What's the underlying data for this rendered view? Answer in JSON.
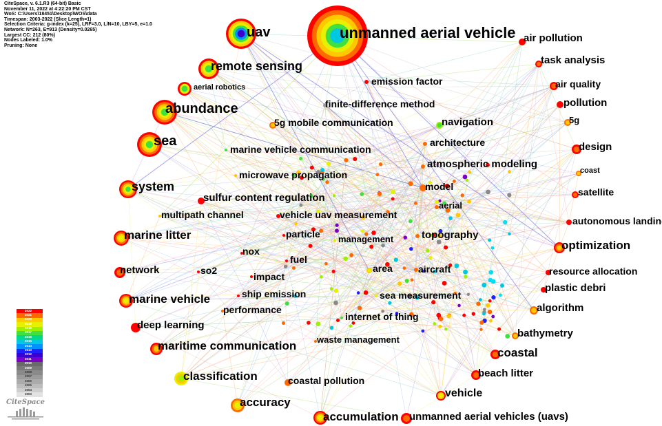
{
  "meta_lines": [
    "CiteSpace, v. 6.1.R3 (64-bit) Basic",
    "November 11, 2022 at 4:22:20 PM CST",
    "WoS: C:\\Users\\18451\\Desktop\\WOS\\data",
    "Timespan: 2003-2022 (Slice Length=1)",
    "Selection Criteria: g-index (k=25), LRF=3.0, L/N=10, LBY=5, e=1.0",
    "Network: N=263, E=913 (Density=0.0265)",
    "Largest CC: 212 (80%)",
    "Nodes Labeled: 1.0%",
    "Pruning: None"
  ],
  "legend_years": [
    "2022",
    "2021",
    "2020",
    "2019",
    "2018",
    "2017",
    "2016",
    "2015",
    "2014",
    "2013",
    "2012",
    "2011",
    "2010",
    "2009",
    "2008",
    "2007",
    "2006",
    "2005",
    "2004",
    "2003"
  ],
  "legend_colors": [
    "#ff0000",
    "#ff6a00",
    "#ffc800",
    "#e6f000",
    "#9cf000",
    "#3fe03f",
    "#00d98a",
    "#00c8e0",
    "#0090ff",
    "#2020ff",
    "#3a00d0",
    "#7a00c8",
    "#6a6a6a",
    "#7a7a7a",
    "#8a8a8a",
    "#9a9a9a",
    "#ababab",
    "#bcbcbc",
    "#cecece",
    "#e2e2e2"
  ],
  "brand_text": "CiteSpace",
  "keywords": [
    {
      "label": "unmanned aerial vehicle",
      "rings": [
        "#ff0000",
        "#ff6a00",
        "#ffc800",
        "#e6f000",
        "#3fe03f",
        "#00c8e0"
      ]
    },
    {
      "label": "uav",
      "rings": [
        "#ff0000",
        "#ffc800",
        "#e6f000",
        "#3fe03f",
        "#0090ff",
        "#3a00d0"
      ]
    },
    {
      "label": "remote sensing",
      "rings": [
        "#ff0000",
        "#ffc800",
        "#e6f000",
        "#3fe03f"
      ]
    },
    {
      "label": "aerial robotics",
      "rings": [
        "#ff0000",
        "#e6f000",
        "#3fe03f"
      ]
    },
    {
      "label": "abundance",
      "rings": [
        "#ff0000",
        "#ff6a00",
        "#ffc800",
        "#e6f000",
        "#3fe03f"
      ]
    },
    {
      "label": "sea",
      "rings": [
        "#ff0000",
        "#ff6a00",
        "#ffc800",
        "#e6f000",
        "#3fe03f"
      ]
    },
    {
      "label": "system",
      "rings": [
        "#ff0000",
        "#ff6a00",
        "#ffc800",
        "#e6f000",
        "#3fe03f"
      ]
    },
    {
      "label": "marine litter",
      "rings": [
        "#ff0000",
        "#ff6a00",
        "#ffc800",
        "#e6f000"
      ]
    },
    {
      "label": "network",
      "rings": [
        "#ff0000",
        "#ff6a00"
      ]
    },
    {
      "label": "marine vehicle",
      "rings": [
        "#ff0000",
        "#ff6a00",
        "#ffc800",
        "#e6f000"
      ]
    },
    {
      "label": "deep learning",
      "rings": [
        "#ff0000"
      ]
    },
    {
      "label": "maritime communication",
      "rings": [
        "#ff0000",
        "#ff6a00",
        "#ffc800"
      ]
    },
    {
      "label": "classification",
      "rings": [
        "#e6f000",
        "#ffc800",
        "#9cf000"
      ]
    },
    {
      "label": "accuracy",
      "rings": [
        "#ff6a00",
        "#ffc800",
        "#e6f000"
      ]
    },
    {
      "label": "accumulation",
      "rings": [
        "#ff0000",
        "#ff6a00",
        "#ffc800",
        "#e6f000"
      ]
    },
    {
      "label": "unmanned aerial vehicles (uavs)",
      "rings": [
        "#ff0000",
        "#ff6a00"
      ]
    },
    {
      "label": "vehicle",
      "rings": [
        "#ff0000",
        "#ffc800",
        "#e6f000"
      ]
    },
    {
      "label": "beach litter",
      "rings": [
        "#ff0000",
        "#ff6a00"
      ]
    },
    {
      "label": "coastal",
      "rings": [
        "#ff0000",
        "#ff6a00"
      ]
    },
    {
      "label": "bathymetry",
      "rings": [
        "#ff6a00",
        "#ffc800"
      ]
    },
    {
      "label": "algorithm",
      "rings": [
        "#ff6a00",
        "#ffc800"
      ]
    },
    {
      "label": "plastic debri",
      "rings": [
        "#ff0000"
      ]
    },
    {
      "label": "resource allocation",
      "rings": [
        "#ff0000"
      ]
    },
    {
      "label": "optimization",
      "rings": [
        "#ff0000",
        "#ff6a00",
        "#ffc800"
      ]
    },
    {
      "label": "autonomous landing",
      "rings": [
        "#ff0000"
      ]
    },
    {
      "label": "satellite",
      "rings": [
        "#ff0000",
        "#ff6a00"
      ]
    },
    {
      "label": "coast",
      "rings": [
        "#ff6a00",
        "#ffc800"
      ]
    },
    {
      "label": "design",
      "rings": [
        "#ff0000",
        "#ff6a00"
      ]
    },
    {
      "label": "5g",
      "rings": [
        "#ff6a00",
        "#ffc800"
      ]
    },
    {
      "label": "pollution",
      "rings": [
        "#ff0000"
      ]
    },
    {
      "label": "air quality",
      "rings": [
        "#ff0000",
        "#ff6a00"
      ]
    },
    {
      "label": "task analysis",
      "rings": [
        "#ff0000",
        "#ff6a00"
      ]
    },
    {
      "label": "air pollution",
      "rings": [
        "#ff0000"
      ]
    },
    {
      "label": "emission factor",
      "rings": [
        "#ff0000"
      ]
    },
    {
      "label": "finite-difference method",
      "rings": [
        "#9a9a9a"
      ]
    },
    {
      "label": "5g mobile communication",
      "rings": [
        "#ff6a00",
        "#ffc800"
      ]
    },
    {
      "label": "navigation",
      "rings": [
        "#9cf000",
        "#3fe03f"
      ]
    },
    {
      "label": "architecture",
      "rings": [
        "#ff6a00"
      ]
    },
    {
      "label": "marine vehicle communication",
      "rings": [
        "#3fe03f"
      ]
    },
    {
      "label": "atmospheric modeling",
      "rings": [
        "#ff6a00"
      ]
    },
    {
      "label": "microwave propagation",
      "rings": [
        "#ffc800"
      ]
    },
    {
      "label": "model",
      "rings": [
        "#ff6a00"
      ]
    },
    {
      "label": "sulfur content regulation",
      "rings": [
        "#ff0000"
      ]
    },
    {
      "label": "aerial",
      "rings": [
        "#ff6a00"
      ]
    },
    {
      "label": "multipath channel",
      "rings": [
        "#ffc800"
      ]
    },
    {
      "label": "vehicle uav measurement",
      "rings": [
        "#ff0000"
      ]
    },
    {
      "label": "particle",
      "rings": [
        "#ff0000"
      ]
    },
    {
      "label": "management",
      "rings": [
        "#e6f000"
      ]
    },
    {
      "label": "topography",
      "rings": [
        "#ff6a00"
      ]
    },
    {
      "label": "nox",
      "rings": [
        "#ff0000"
      ]
    },
    {
      "label": "fuel",
      "rings": [
        "#ff0000"
      ]
    },
    {
      "label": "area",
      "rings": [
        "#ffc800",
        "#e6f000"
      ]
    },
    {
      "label": "aircraft",
      "rings": [
        "#ff6a00"
      ]
    },
    {
      "label": "so2",
      "rings": [
        "#ff0000"
      ]
    },
    {
      "label": "impact",
      "rings": [
        "#ff0000"
      ]
    },
    {
      "label": "ship emission",
      "rings": [
        "#ff0000"
      ]
    },
    {
      "label": "sea measurement",
      "rings": [
        "#e6f000"
      ]
    },
    {
      "label": "performance",
      "rings": [
        "#ff6a00"
      ]
    },
    {
      "label": "internet of thing",
      "rings": [
        "#3fe03f"
      ]
    },
    {
      "label": "waste management",
      "rings": [
        "#ff6a00"
      ]
    },
    {
      "label": "coastal pollution",
      "rings": [
        "#ff6a00"
      ]
    }
  ]
}
